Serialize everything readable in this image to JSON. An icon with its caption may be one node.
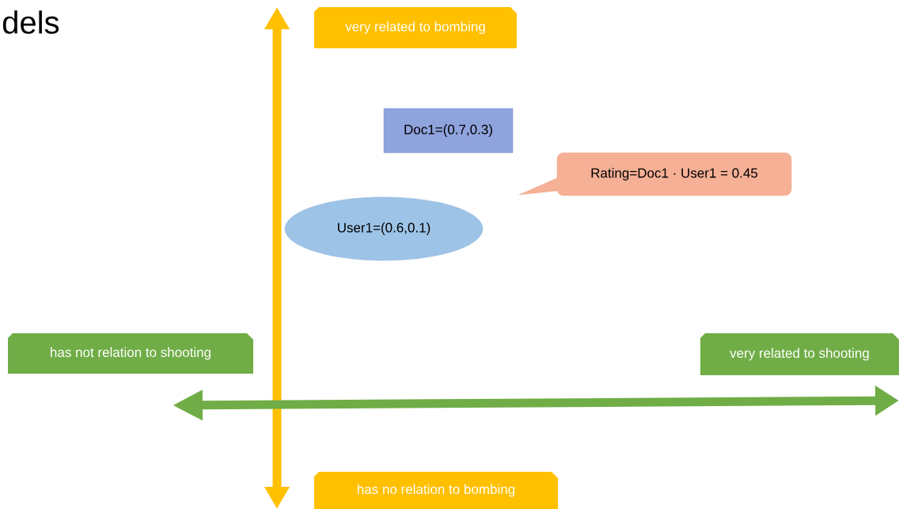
{
  "diagram": {
    "nodes": [
      {
        "text": [
          "very related to bombing"
        ]
      },
      {
        "text": [
          "Doc1=(0.7,0.3)"
        ]
      },
      {
        "text": [
          "Rating=Doc1 · User1 = 0.45"
        ]
      },
      {
        "text": [
          "User1=(0.6,0.1)"
        ]
      },
      {
        "text": [
          "has not relation to shooting"
        ]
      },
      {
        "text": [
          "very related to shooting"
        ]
      },
      {
        "text": [
          "has no relation to bombing"
        ]
      }
    ],
    "labels": [
      "dels"
    ]
  }
}
